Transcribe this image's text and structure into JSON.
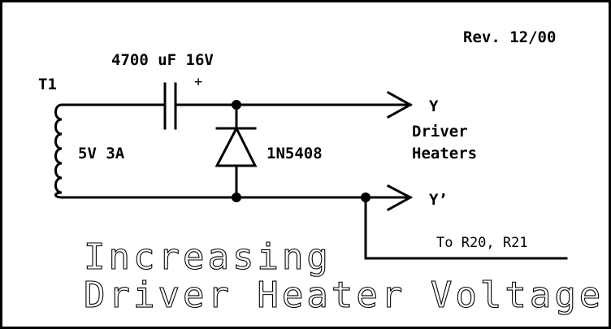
{
  "revision": "Rev. 12/00",
  "capacitor": {
    "label": "4700 uF 16V",
    "polarity": "+"
  },
  "transformer": {
    "ref": "T1",
    "rating": "5V 3A"
  },
  "diode": {
    "part": "1N5408"
  },
  "output_top": {
    "label": "Y",
    "desc_line1": "Driver",
    "desc_line2": "Heaters"
  },
  "output_bottom": {
    "label": "Y’"
  },
  "tap_note": "To R20, R21",
  "title": {
    "line1": "Increasing",
    "line2": "Driver Heater Voltage"
  }
}
